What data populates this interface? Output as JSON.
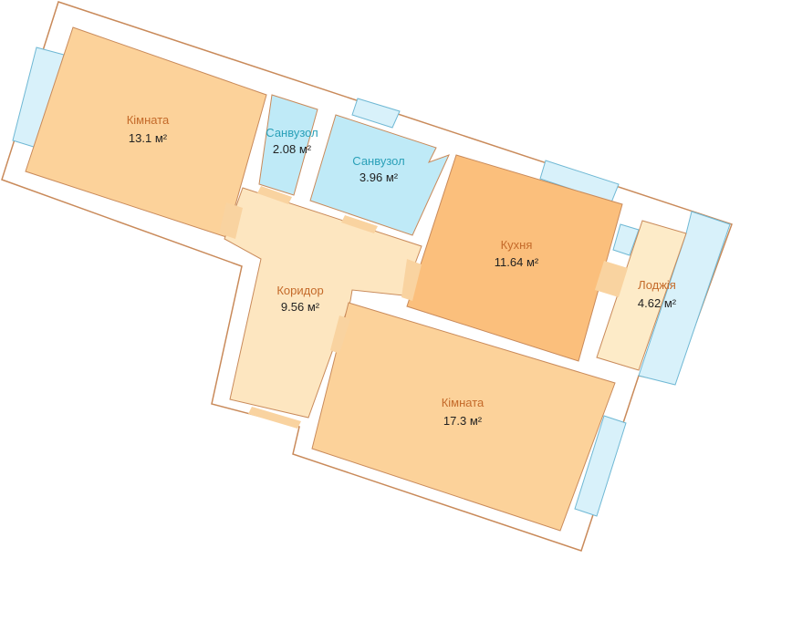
{
  "colors": {
    "wall_stroke": "#c98a5a",
    "room_fill": "#fcd29a",
    "kitchen_fill": "#fbbf7c",
    "corridor_fill": "#fde6c0",
    "loggia_fill": "#fdebc8",
    "bath_fill": "#bfeaf7",
    "window_fill": "#d8f1fa",
    "window_stroke": "#6fb8d4",
    "door_fill": "#f9d3a0",
    "label_warm": "#c46a2a",
    "label_bath": "#2aa0b8"
  },
  "rooms": [
    {
      "id": "room1",
      "name": "Кімната",
      "area": "13.1 м²",
      "type": "room"
    },
    {
      "id": "bath1",
      "name": "Санвузол",
      "area": "2.08 м²",
      "type": "bath"
    },
    {
      "id": "bath2",
      "name": "Санвузол",
      "area": "3.96 м²",
      "type": "bath"
    },
    {
      "id": "kitchen",
      "name": "Кухня",
      "area": "11.64 м²",
      "type": "kitchen"
    },
    {
      "id": "loggia",
      "name": "Лоджія",
      "area": "4.62 м²",
      "type": "loggia"
    },
    {
      "id": "corridor",
      "name": "Коридор",
      "area": "9.56 м²",
      "type": "corridor"
    },
    {
      "id": "room2",
      "name": "Кімната",
      "area": "17.3 м²",
      "type": "room"
    }
  ]
}
